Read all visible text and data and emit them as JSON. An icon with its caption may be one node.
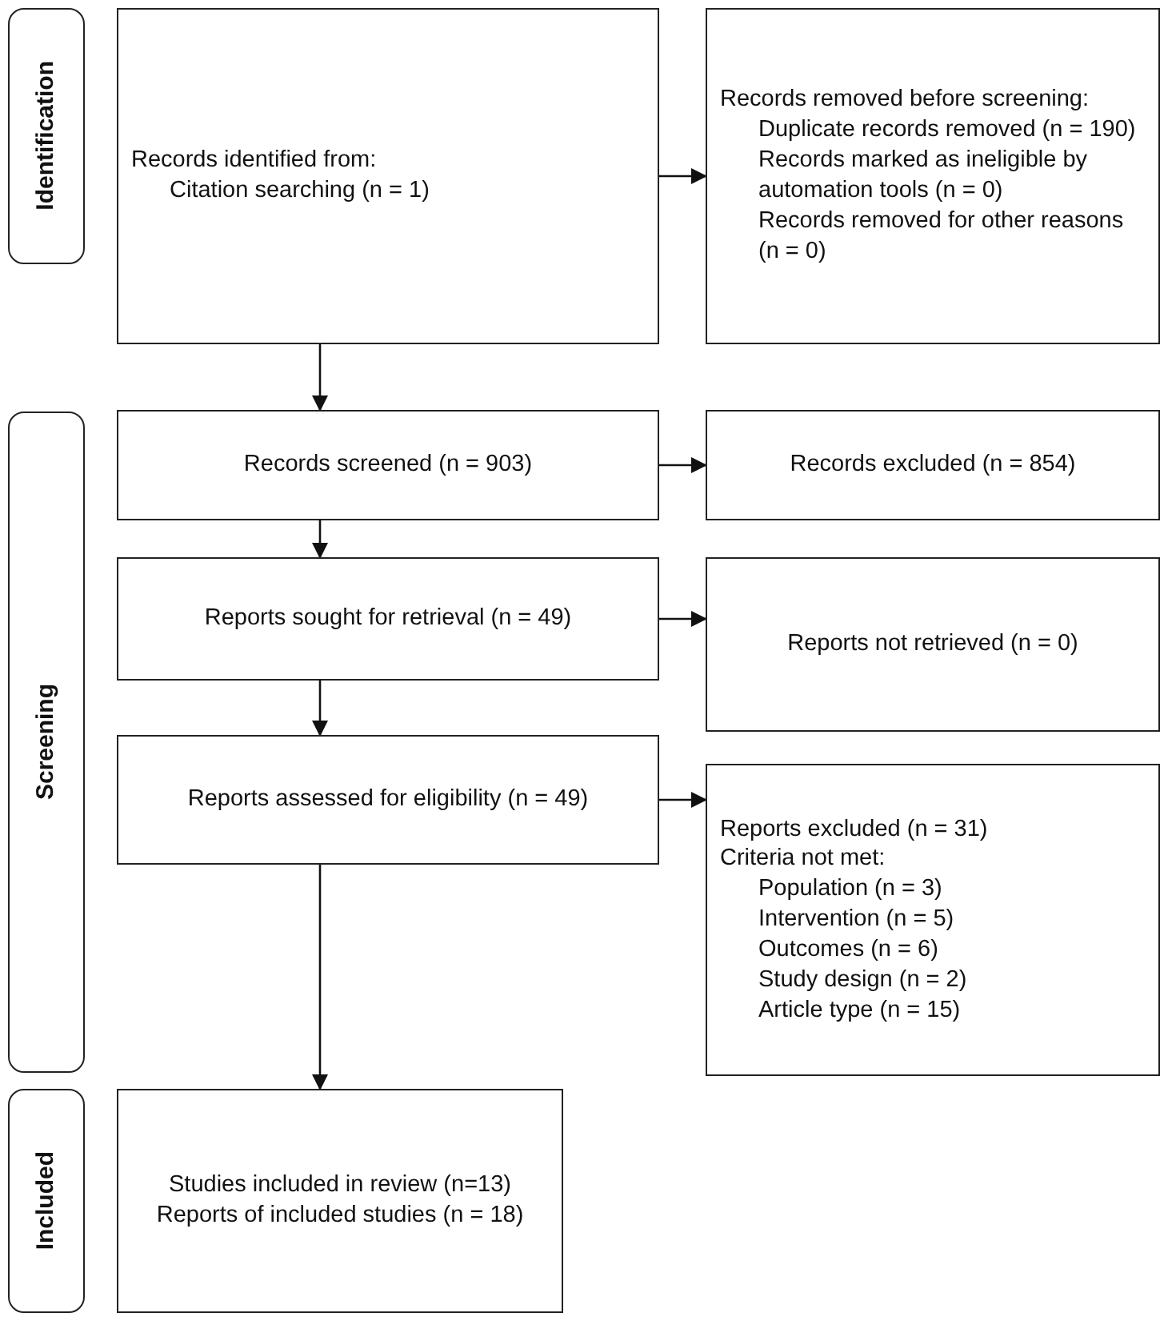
{
  "diagram": {
    "nodes": [
      {
        "text": [
          "Identification"
        ]
      },
      {
        "text": [
          "Screening"
        ]
      },
      {
        "text": [
          "Included"
        ]
      },
      {
        "text": [
          "Records identified from:",
          "Citation searching (n = 1)"
        ]
      },
      {
        "text": [
          "Records removed before screening:",
          "Duplicate records removed (n = 190)",
          "Records marked as ineligible by automation tools (n = 0)",
          "Records removed for other reasons (n = 0)"
        ]
      },
      {
        "text": [
          "Records screened (n = 903)"
        ]
      },
      {
        "text": [
          "Records excluded (n = 854)"
        ]
      },
      {
        "text": [
          "Reports sought for retrieval (n = 49)"
        ]
      },
      {
        "text": [
          "Reports not retrieved (n = 0)"
        ]
      },
      {
        "text": [
          "Reports assessed for eligibility (n = 49)"
        ]
      },
      {
        "text": [
          "Reports excluded (n = 31)",
          "Criteria not met:",
          "Population (n = 3)",
          "Intervention (n = 5)",
          "Outcomes (n = 6)",
          "Study design (n = 2)",
          "Article type (n = 15)"
        ]
      },
      {
        "text": [
          "Studies included in review (n=13)",
          "Reports of included studies (n = 18)"
        ]
      }
    ],
    "edges": [
      {
        "from": 3,
        "to": 4,
        "arrow": "to"
      },
      {
        "from": 3,
        "to": 5,
        "arrow": "to"
      },
      {
        "from": 5,
        "to": 6,
        "arrow": "to"
      },
      {
        "from": 5,
        "to": 7,
        "arrow": "to"
      },
      {
        "from": 7,
        "to": 8,
        "arrow": "to"
      },
      {
        "from": 7,
        "to": 9,
        "arrow": "to"
      },
      {
        "from": 9,
        "to": 10,
        "arrow": "to"
      },
      {
        "from": 9,
        "to": 11,
        "arrow": "to"
      }
    ]
  }
}
